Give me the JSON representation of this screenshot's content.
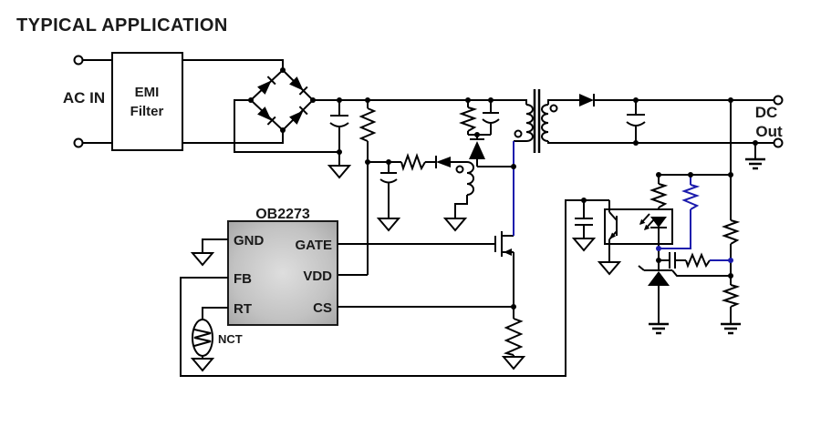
{
  "title": "TYPICAL APPLICATION",
  "input": {
    "ac_label": "AC IN",
    "emi_line1": "EMI",
    "emi_line2": "Filter"
  },
  "ic": {
    "name": "OB2273",
    "pin_gnd": "GND",
    "pin_fb": "FB",
    "pin_rt": "RT",
    "pin_gate": "GATE",
    "pin_vdd": "VDD",
    "pin_cs": "CS"
  },
  "thermistor": {
    "label": "NCT"
  },
  "output": {
    "dc_line1": "DC",
    "dc_line2": "Out"
  },
  "colors": {
    "wire": "#000000",
    "accent_wire": "#1b1bad",
    "ic_fill": "#bfbfbf",
    "background": "#ffffff",
    "text": "#1a1a1a"
  }
}
